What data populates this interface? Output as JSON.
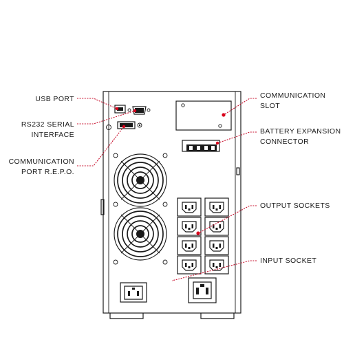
{
  "labels": {
    "usb_port": "USB PORT",
    "rs232_line1": "RS232 SERIAL",
    "rs232_line2": "INTERFACE",
    "repo_line1": "COMMUNICATION",
    "repo_line2": "PORT R.E.P.O.",
    "slot_line1": "COMMUNICATION",
    "slot_line2": "SLOT",
    "battery_line1": "BATTERY EXPANSION",
    "battery_line2": "CONNECTOR",
    "output_sockets": "OUTPUT SOCKETS",
    "input_socket": "INPUT SOCKET"
  },
  "colors": {
    "callout": "#c8102e",
    "outline": "#1a1a1a",
    "background": "#ffffff"
  },
  "components": {
    "fans": 2,
    "output_socket_columns": 2,
    "output_socket_rows": 4
  }
}
